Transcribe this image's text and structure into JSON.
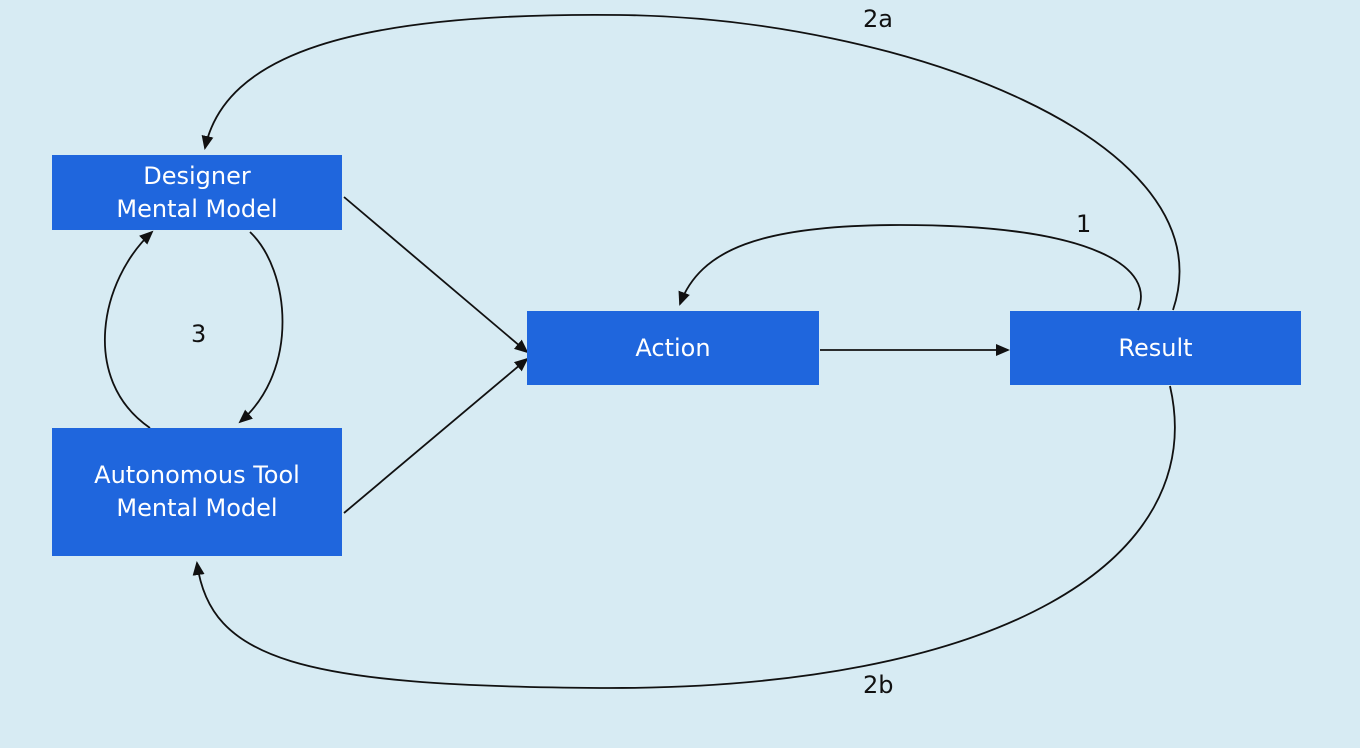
{
  "nodes": {
    "designer": {
      "line1": "Designer",
      "line2": "Mental Model"
    },
    "autonomous": {
      "line1": "Autonomous Tool",
      "line2": "Mental Model"
    },
    "action": {
      "label": "Action"
    },
    "result": {
      "label": "Result"
    }
  },
  "loop_labels": {
    "loop_1": "1",
    "loop_2a": "2a",
    "loop_2b": "2b",
    "loop_3": "3"
  },
  "colors": {
    "background": "#d7ebf3",
    "box_fill": "#1f66dd",
    "box_text": "#ffffff",
    "line": "#111111"
  }
}
